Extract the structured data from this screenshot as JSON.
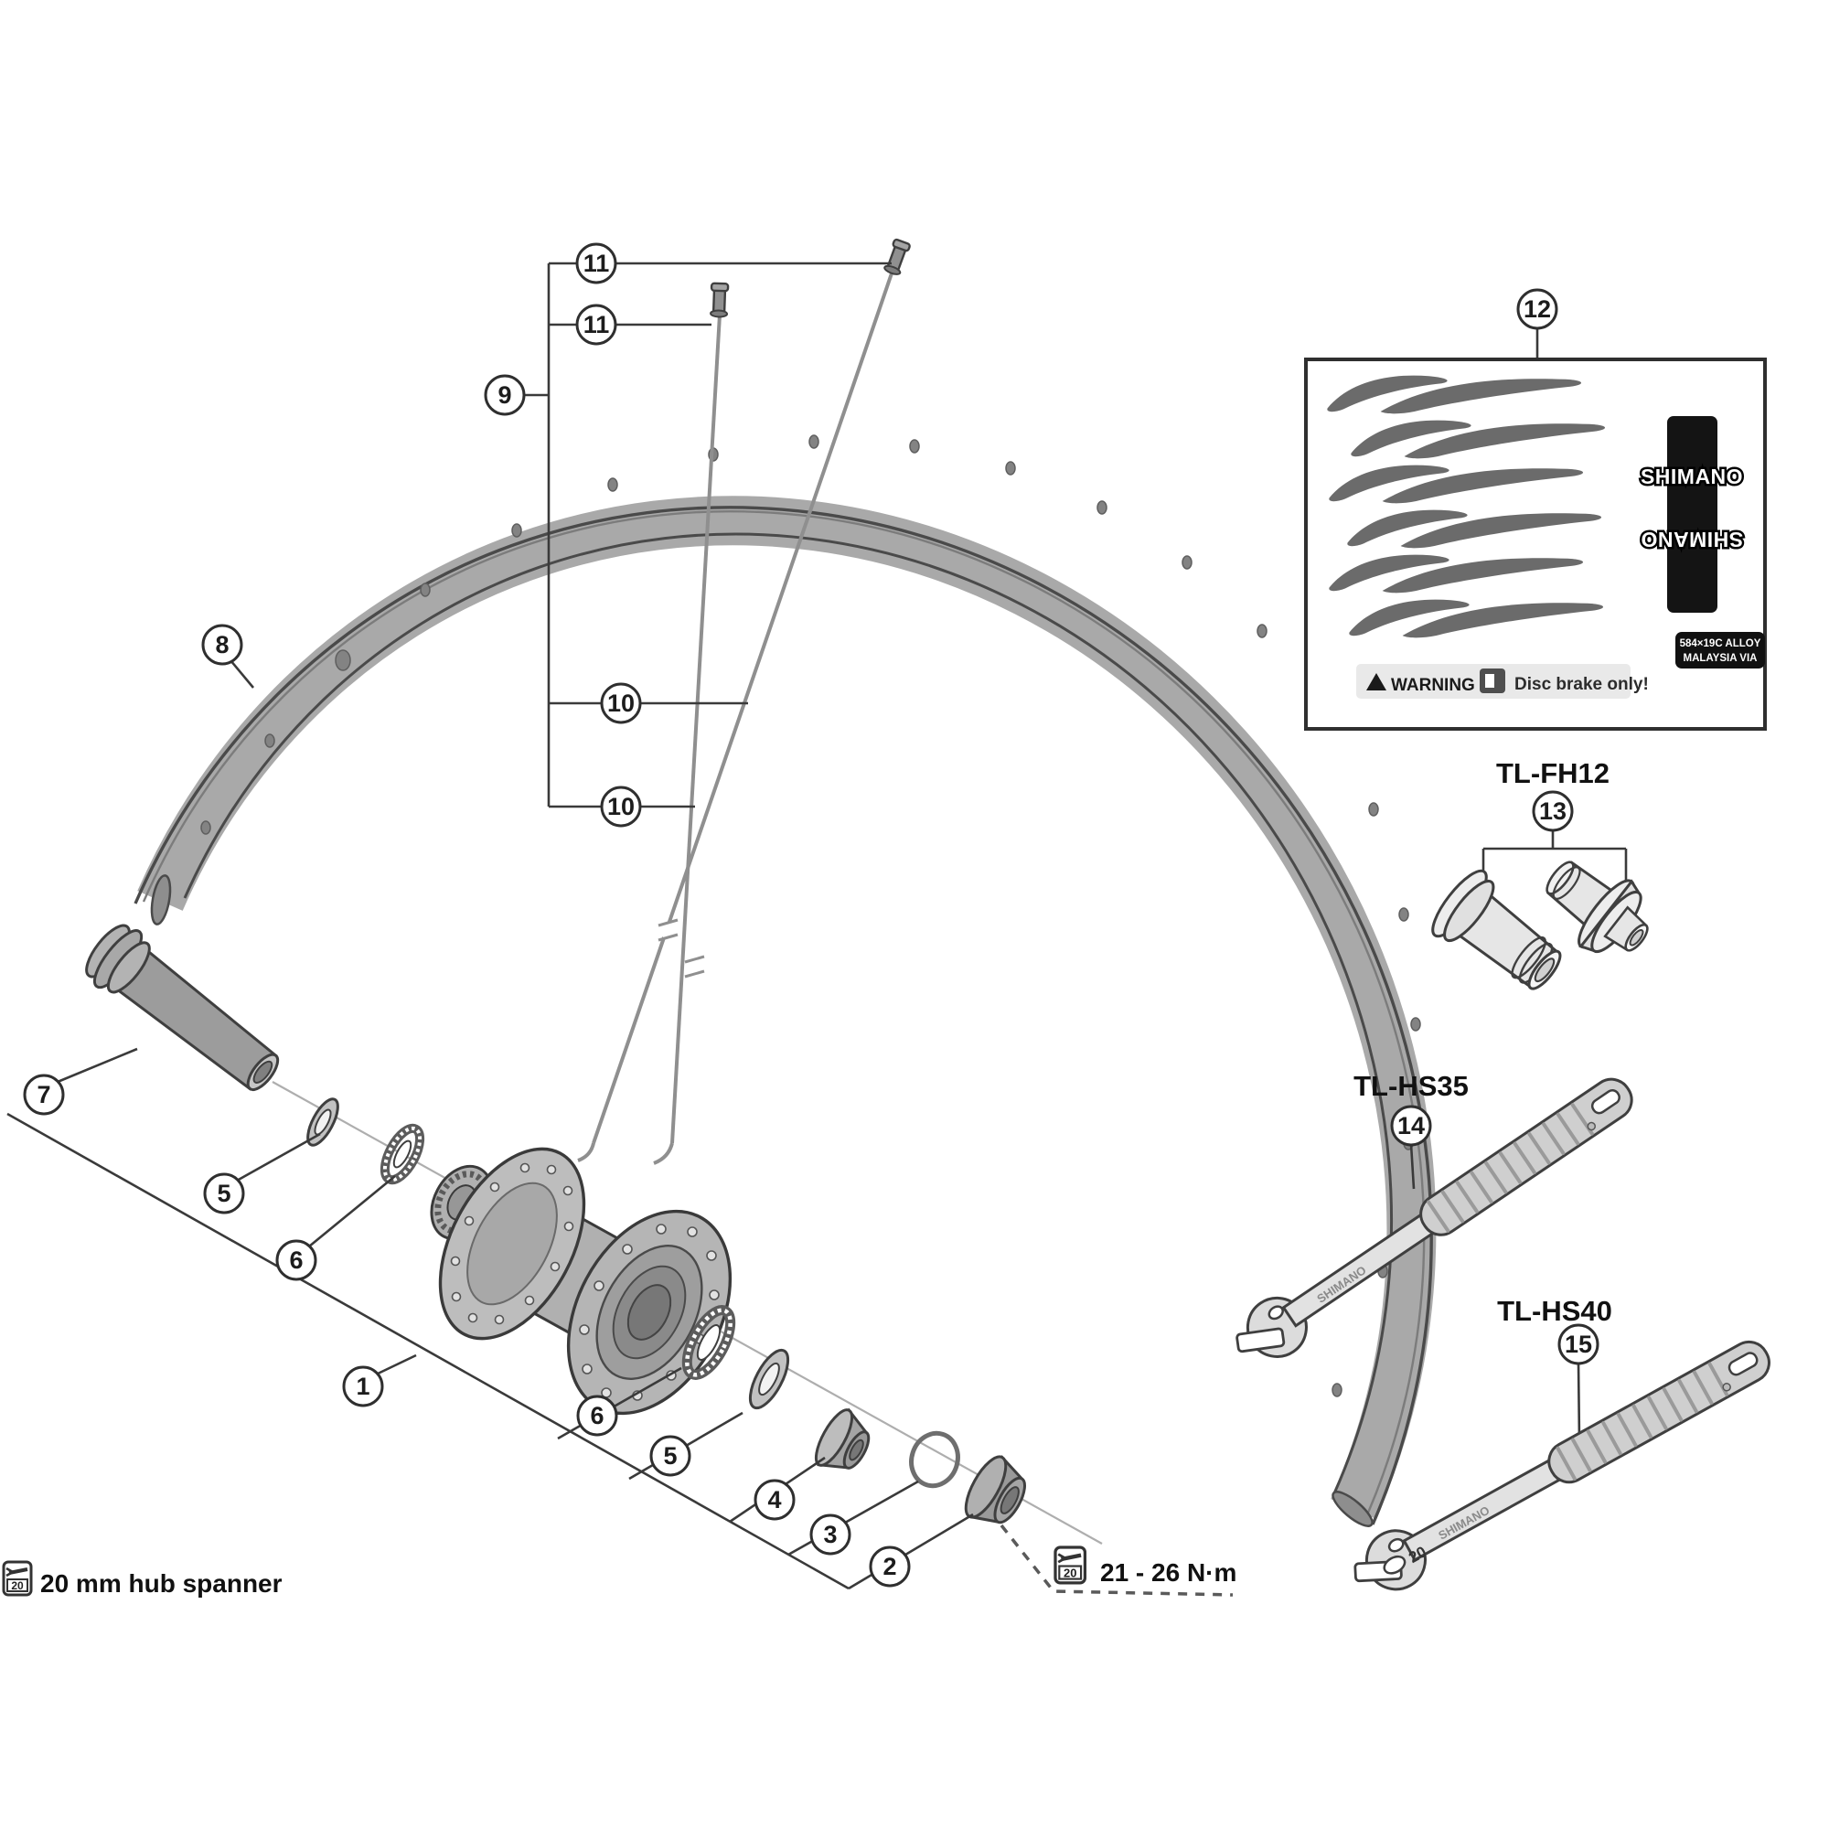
{
  "figure": {
    "type": "exploded-parts-diagram",
    "subject": "Shimano front disc wheel — rim, hub and service tools",
    "ink_color": "#3a3a3a",
    "metal_gray": "#b5b5b5",
    "background": "#ffffff"
  },
  "callouts": {
    "c11a": "11",
    "c11b": "11",
    "c9": "9",
    "c10a": "10",
    "c10b": "10",
    "c8": "8",
    "c7": "7",
    "c5l": "5",
    "c6l": "6",
    "c1": "1",
    "c6r": "6",
    "c5r": "5",
    "c4": "4",
    "c3": "3",
    "c2": "2",
    "c12": "12",
    "c13": "13",
    "c14": "14",
    "c15": "15"
  },
  "labels": {
    "tool_fh12": "TL-FH12",
    "tool_hs35": "TL-HS35",
    "tool_hs40": "TL-HS40",
    "torque_value": "21 - 26 N·m",
    "hub_spanner_note": "20 mm hub spanner",
    "spanner_icon_value": "20",
    "wrench_size_mark": "20",
    "wrench_brand": "SHIMANO"
  },
  "decal_sheet": {
    "brand": "SHIMANO",
    "brand_reversed": "SHIMANO",
    "spec_line1": "584×19C ALLOY",
    "spec_line2": "MALAYSIA  VIA",
    "warning_word": "WARNING",
    "warning_text": "Disc brake only!"
  }
}
